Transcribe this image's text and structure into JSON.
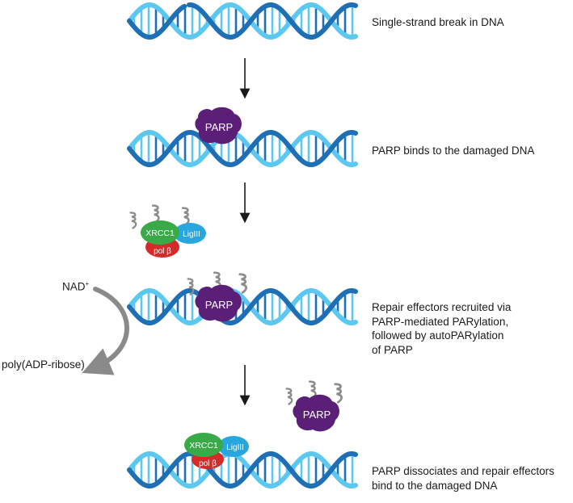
{
  "steps": [
    {
      "label": "Single-strand break in DNA"
    },
    {
      "label": "PARP binds to the damaged DNA"
    },
    {
      "label_lines": [
        "Repair effectors recruited via",
        "PARP-mediated PARylation,",
        "followed by autoPARylation",
        "of PARP"
      ]
    },
    {
      "label_lines": [
        "PARP dissociates and repair effectors",
        "bind to the damaged DNA"
      ]
    }
  ],
  "proteins": {
    "parp": "PARP",
    "xrcc1": "XRCC1",
    "lig3": "LigIII",
    "polb": "pol β"
  },
  "cycle": {
    "input": "NAD",
    "input_sup": "+",
    "output": "poly(ADP-ribose)"
  },
  "colors": {
    "dna_dark": "#1f6fb5",
    "dna_light": "#5cc8ef",
    "parp": "#5b1f78",
    "xrcc1": "#3aaa48",
    "lig3": "#29a6df",
    "polb": "#d42a2a",
    "par_chain": "#8c8c8c",
    "arrow": "#1a1a1a",
    "cycle_arrow": "#8a8a8a"
  }
}
